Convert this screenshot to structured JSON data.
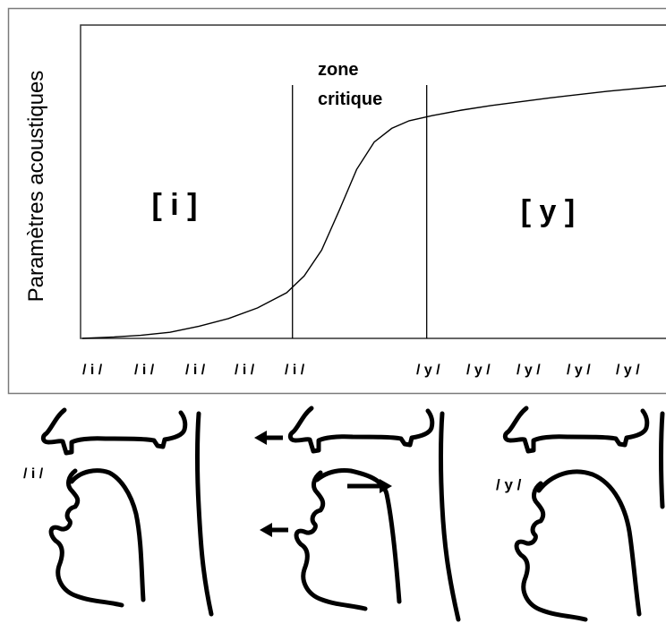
{
  "chart_data": {
    "type": "line",
    "ylabel": "Paramètres acoustiques",
    "zone_label_line1": "zone",
    "zone_label_line2": "critique",
    "region_left": "[ i ]",
    "region_right": "[ y ]",
    "x_tokens_left": [
      "/ i /",
      "/ i /",
      "/ i /",
      "/ i /",
      "/ i /"
    ],
    "x_tokens_right": [
      "/ y /",
      "/ y /",
      "/ y /",
      "/ y /",
      "/ y /"
    ],
    "x": [
      0.0,
      0.05,
      0.1,
      0.15,
      0.2,
      0.25,
      0.3,
      0.35,
      0.38,
      0.41,
      0.44,
      0.47,
      0.5,
      0.53,
      0.56,
      0.6,
      0.65,
      0.7,
      0.8,
      0.9,
      1.0
    ],
    "y": [
      0.0,
      0.004,
      0.01,
      0.02,
      0.04,
      0.065,
      0.1,
      0.15,
      0.205,
      0.29,
      0.42,
      0.555,
      0.645,
      0.69,
      0.715,
      0.732,
      0.75,
      0.765,
      0.79,
      0.812,
      0.83
    ],
    "zone_bounds": [
      0.36,
      0.59
    ],
    "grid": false
  },
  "articulation": {
    "label_i": "/ i /",
    "label_y": "/ y /"
  },
  "colors": {
    "ink": "#000000",
    "frame": "#7a7a7a",
    "background": "#ffffff"
  }
}
